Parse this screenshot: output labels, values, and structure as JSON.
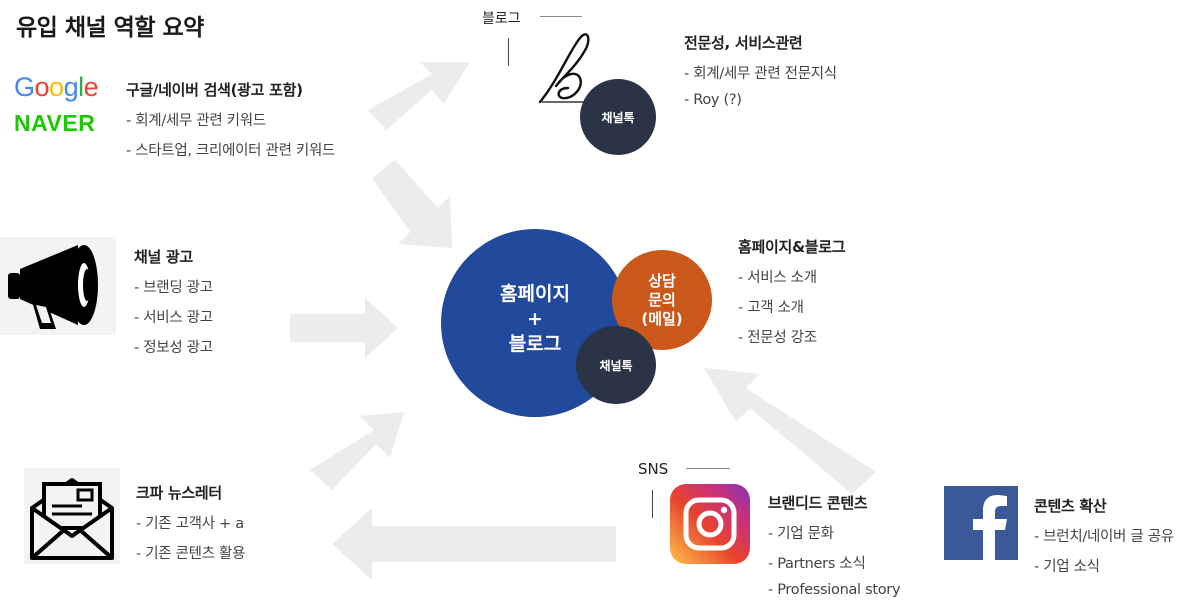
{
  "title": "유입 채널 역할 요약",
  "colors": {
    "hub_blue": "#214a9c",
    "consult_orange": "#c9581a",
    "channeltalk_navy": "#2b3446",
    "arrow_gray": "#ececec",
    "naver_green": "#1ec800",
    "facebook_blue": "#3b5998"
  },
  "hub": {
    "line1": "홈페이지",
    "plus": "+",
    "line2": "블로그",
    "consult": [
      "상담",
      "문의",
      "(메일)"
    ],
    "channeltalk": "채널톡"
  },
  "blog_node": {
    "label": "블로그",
    "channeltalk": "채널톡",
    "icon": "blog-signature-icon"
  },
  "sns_label": "SNS",
  "logos": {
    "google": [
      "G",
      "o",
      "o",
      "g",
      "l",
      "e"
    ],
    "naver": "NAVER"
  },
  "blocks": {
    "search": {
      "title": "구글/네이버 검색(광고 포함)",
      "items": [
        "- 회계/세무 관련 키워드",
        "- 스타트업, 크리에이터 관련 키워드"
      ]
    },
    "channel_ad": {
      "title": "채널 광고",
      "items": [
        "- 브랜딩 광고",
        "- 서비스 광고",
        "- 정보성 광고"
      ]
    },
    "newsletter": {
      "title": "크파 뉴스레터",
      "items": [
        "- 기존 고객사 + a",
        "- 기존 콘텐츠 활용"
      ]
    },
    "blog": {
      "title": "전문성, 서비스관련",
      "items": [
        "- 회계/세무 관련 전문지식",
        "- Roy (?)"
      ]
    },
    "home_blog": {
      "title": "홈페이지&블로그",
      "items": [
        "- 서비스 소개",
        "- 고객 소개",
        "- 전문성 강조"
      ]
    },
    "branded": {
      "title": "브랜디드 콘텐츠",
      "items": [
        "- 기업 문화",
        "- Partners 소식",
        "- Professional story"
      ]
    },
    "spread": {
      "title": "콘텐츠 확산",
      "items": [
        "- 브런치/네이버 글 공유",
        "- 기업 소식"
      ]
    }
  }
}
